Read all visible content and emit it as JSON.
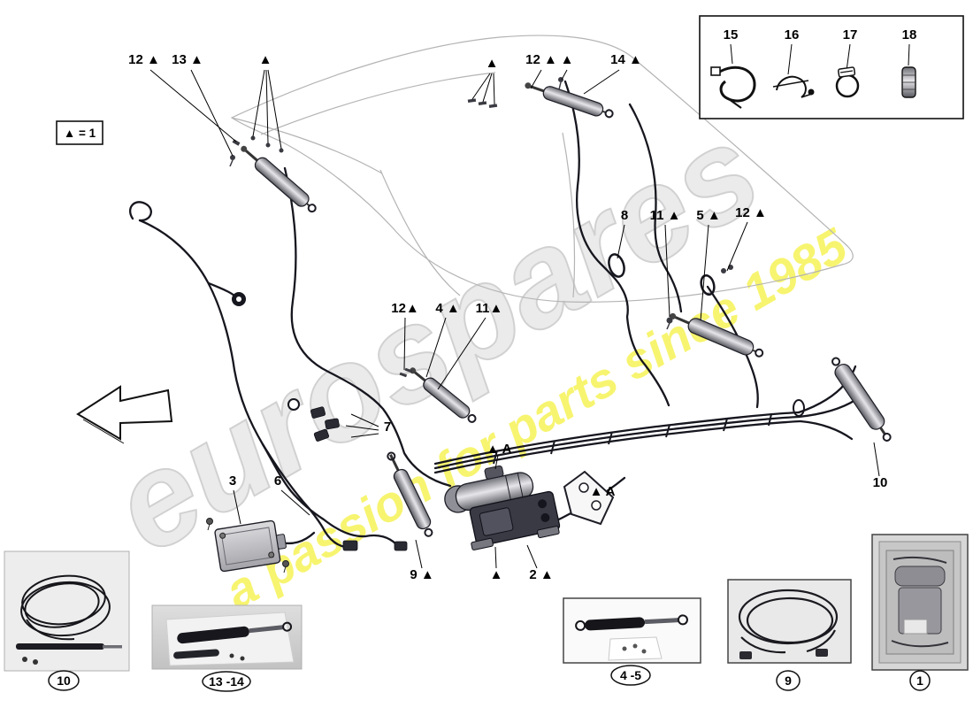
{
  "legend": {
    "text": "▲ = 1"
  },
  "watermark": {
    "brand": "eurospares",
    "tagline": "a passion for parts since 1985",
    "brand_color": "#e9e9e9",
    "tagline_color": "#f2ee12"
  },
  "glyphs": {
    "triangle": "▲"
  },
  "callouts": [
    {
      "text": "12 ▲"
    },
    {
      "text": "13 ▲"
    },
    {
      "text": "▲"
    },
    {
      "text": "▲"
    },
    {
      "text": "12 ▲"
    },
    {
      "text": "▲"
    },
    {
      "text": "14 ▲"
    },
    {
      "text": "8"
    },
    {
      "text": "11 ▲"
    },
    {
      "text": "5 ▲"
    },
    {
      "text": "12 ▲"
    },
    {
      "text": "12▲"
    },
    {
      "text": "4 ▲"
    },
    {
      "text": "11▲"
    },
    {
      "text": "7"
    },
    {
      "text": "3"
    },
    {
      "text": "6"
    },
    {
      "text": "9 ▲"
    },
    {
      "text": "▲"
    },
    {
      "text": "2 ▲"
    },
    {
      "text": "10"
    }
  ],
  "section_markers": [
    {
      "text": "A"
    },
    {
      "text": "A"
    }
  ],
  "inset": {
    "items": [
      {
        "label": "15"
      },
      {
        "label": "16"
      },
      {
        "label": "17"
      },
      {
        "label": "18"
      }
    ]
  },
  "thumbnails": [
    {
      "label": "10"
    },
    {
      "label": "13 -14"
    },
    {
      "label": "4 -5"
    },
    {
      "label": "9"
    },
    {
      "label": "1"
    }
  ]
}
